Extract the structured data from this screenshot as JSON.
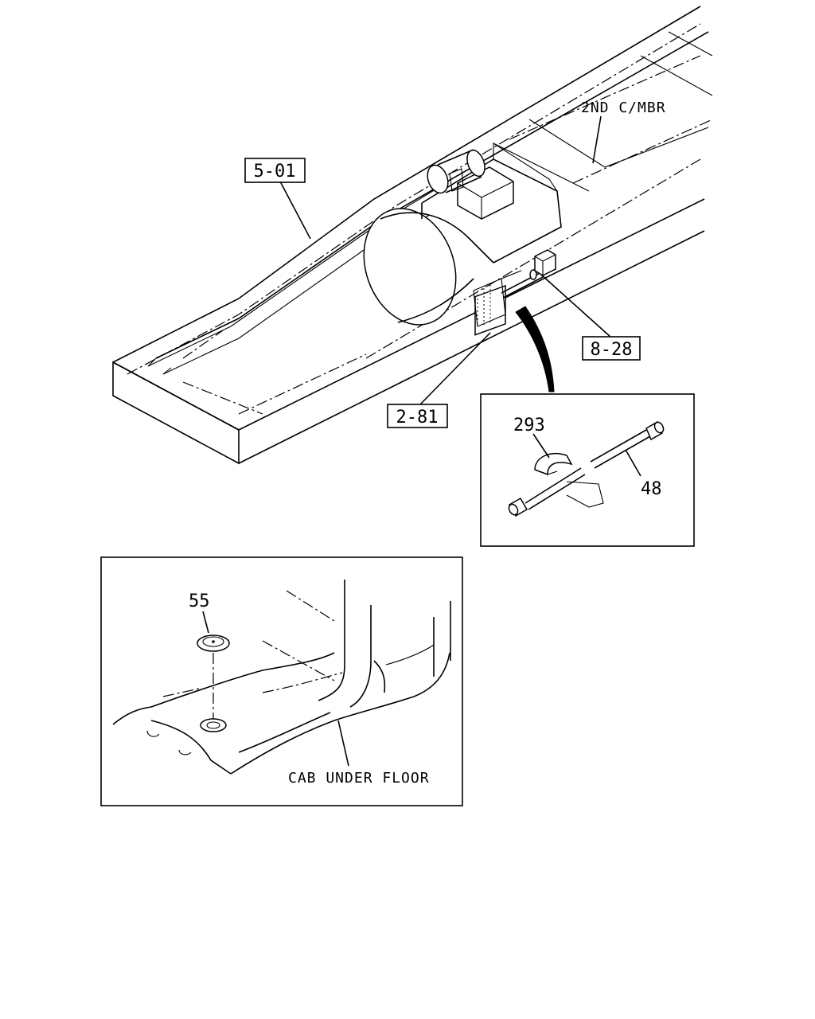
{
  "labels": {
    "ref_5_01": "5-01",
    "ref_8_28": "8-28",
    "ref_2_81": "2-81",
    "second_cross_member": "2ND C/MBR",
    "part_293": "293",
    "part_48": "48",
    "part_55": "55",
    "cab_under_floor": "CAB UNDER FLOOR"
  }
}
